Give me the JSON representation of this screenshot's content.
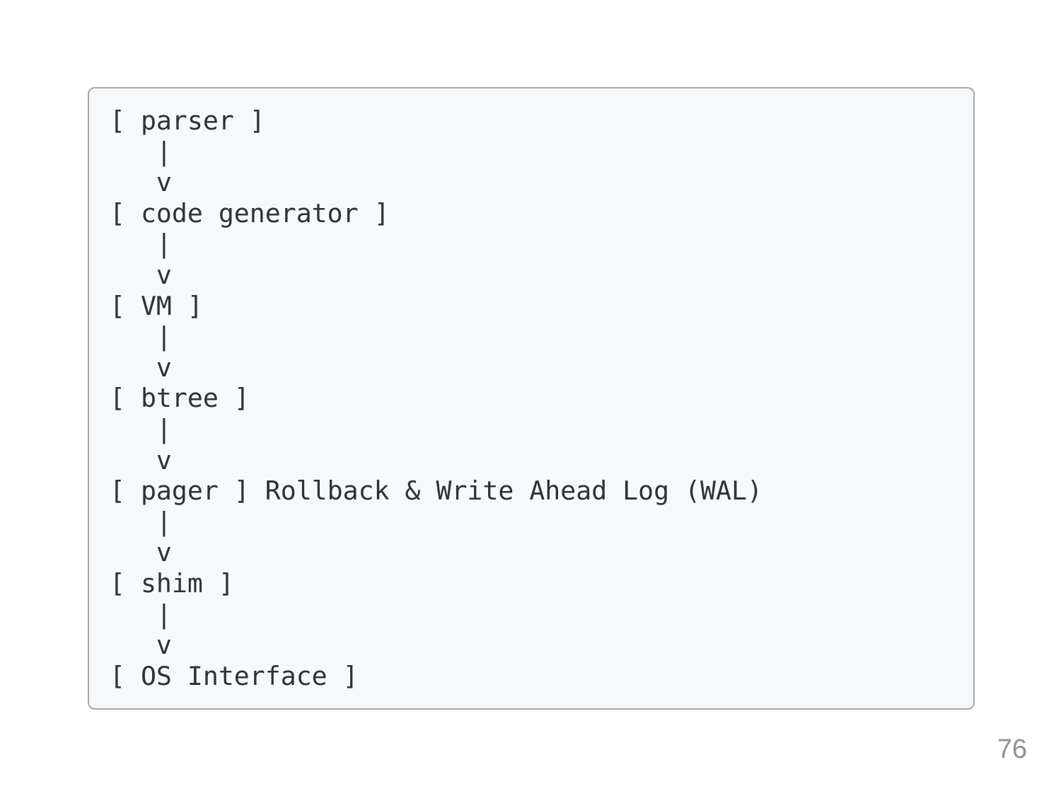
{
  "page": {
    "number": "76"
  },
  "diagram": {
    "type": "ascii-flow",
    "lines": [
      "[ parser ]",
      "   |",
      "   v",
      "[ code generator ]",
      "   |",
      "   v",
      "[ VM ]",
      "   |",
      "   v",
      "[ btree ]",
      "   |",
      "   v",
      "[ pager ] Rollback & Write Ahead Log (WAL)",
      "   |",
      "   v",
      "[ shim ]",
      "   |",
      "   v",
      "[ OS Interface ]"
    ],
    "nodes": [
      "parser",
      "code generator",
      "VM",
      "btree",
      "pager",
      "shim",
      "OS Interface"
    ],
    "pager_annotation": "Rollback & Write Ahead Log (WAL)",
    "colors": {
      "card_background": "#f6f8fa",
      "card_border": "#a5a9ad",
      "text": "#2d333a",
      "page_number": "#8d9297"
    }
  }
}
